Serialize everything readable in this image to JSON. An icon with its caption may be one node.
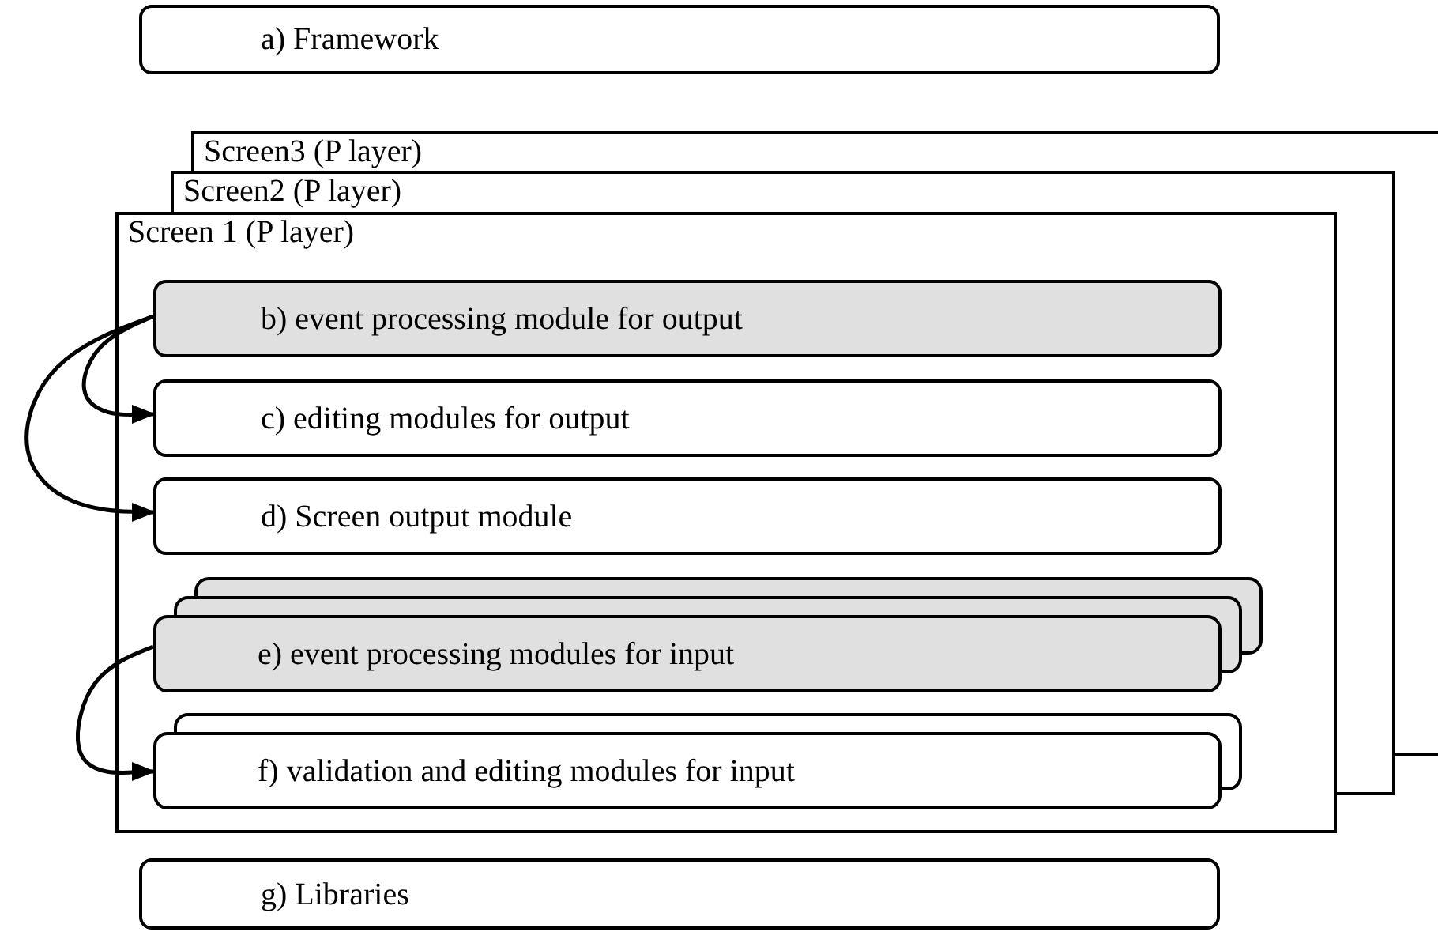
{
  "diagram": {
    "nodes": [
      {
        "text": [
          "a) Framework"
        ]
      },
      {
        "text": [
          "Screen3 (P layer)"
        ]
      },
      {
        "text": [
          "Screen2 (P layer)"
        ]
      },
      {
        "text": [
          "Screen 1  (P layer)"
        ]
      },
      {
        "text": [
          "b) event processing module for output"
        ],
        "in": 3
      },
      {
        "text": [
          "c) editing modules for output"
        ],
        "in": 3
      },
      {
        "text": [
          "d) Screen output module"
        ],
        "in": 3
      },
      {
        "text": [
          "e) event processing modules for input"
        ],
        "in": 3
      },
      {
        "text": [
          "f) validation and editing modules for input"
        ],
        "in": 3
      },
      {
        "text": [
          "g) Libraries"
        ]
      }
    ],
    "edges": [
      {
        "from": 4,
        "to": 5,
        "arrow": "to"
      },
      {
        "from": 4,
        "to": 6,
        "arrow": "to"
      },
      {
        "from": 7,
        "to": 8,
        "arrow": "to"
      }
    ]
  }
}
